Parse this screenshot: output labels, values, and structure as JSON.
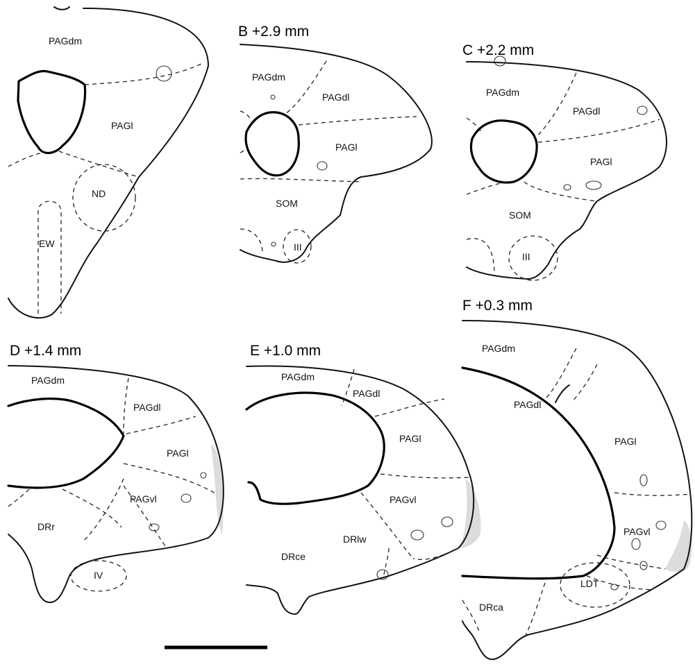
{
  "panels": [
    {
      "id": "A",
      "title": "",
      "regions": [
        "PAGdm",
        "PAGl",
        "ND",
        "EW"
      ]
    },
    {
      "id": "B",
      "title": "B  +2.9 mm",
      "regions": [
        "PAGdm",
        "PAGdl",
        "PAGl",
        "SOM",
        "III"
      ]
    },
    {
      "id": "C",
      "title": "C  +2.2 mm",
      "regions": [
        "PAGdm",
        "PAGdl",
        "PAGl",
        "SOM",
        "III"
      ]
    },
    {
      "id": "D",
      "title": "D  +1.4 mm",
      "regions": [
        "PAGdm",
        "PAGdl",
        "PAGl",
        "PAGvl",
        "DRr",
        "IV"
      ]
    },
    {
      "id": "E",
      "title": "E  +1.0 mm",
      "regions": [
        "PAGdm",
        "PAGdl",
        "PAGl",
        "PAGvl",
        "DRlw",
        "DRce"
      ]
    },
    {
      "id": "F",
      "title": "F  +0.3 mm",
      "regions": [
        "PAGdm",
        "PAGdl",
        "PAGl",
        "PAGvl",
        "LDT",
        "DRca"
      ]
    }
  ],
  "colors": {
    "line": "#111111",
    "shading": "#dcdcdc",
    "background": "#ffffff"
  }
}
